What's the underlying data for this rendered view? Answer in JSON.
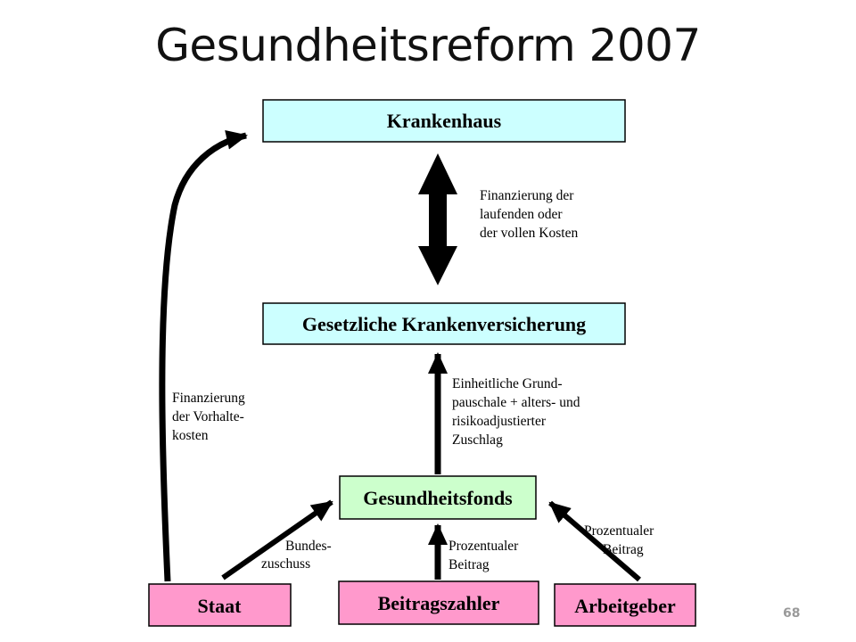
{
  "title": "Gesundheitsreform 2007",
  "boxes": {
    "krankenhaus": "Krankenhaus",
    "gkv": "Gesetzliche Krankenversicherung",
    "fonds": "Gesundheitsfonds",
    "staat": "Staat",
    "beitragszahler": "Beitragszahler",
    "arbeitgeber": "Arbeitgeber"
  },
  "labels": {
    "finanzierung_kosten": [
      "Finanzierung der",
      "laufenden oder",
      "der vollen Kosten"
    ],
    "vorhaltekosten": [
      "Finanzierung",
      "der Vorhalte-",
      "kosten"
    ],
    "grundpauschale": [
      "Einheitliche Grund-",
      "pauschale + alters- und",
      "risikoadjustierter",
      "Zuschlag"
    ],
    "bundeszuschuss": [
      "Bundes-",
      "zuschuss"
    ],
    "beitrag_zahler": [
      "Prozentualer",
      "Beitrag"
    ],
    "beitrag_arbeitgeber": [
      "Prozentualer",
      "Beitrag"
    ]
  },
  "colors": {
    "krankenhaus_fill": "#ccffff",
    "gkv_fill": "#ccffff",
    "fonds_fill": "#ccffcc",
    "payer_fill": "#ff99cc",
    "arrow": "#000000"
  },
  "page_number": "68"
}
